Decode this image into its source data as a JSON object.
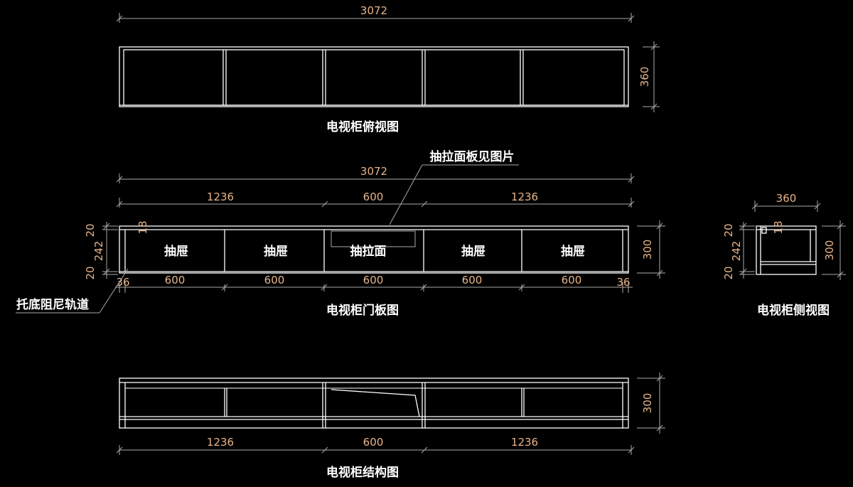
{
  "colors": {
    "background": "#000000",
    "outline": "#ffffff",
    "dimension_line": "#aaaaaa",
    "dimension_text": "#e6b48a",
    "label_text": "#ffffff"
  },
  "top_view": {
    "title": "电视柜俯视图",
    "width_dim": "3072",
    "depth_dim": "360"
  },
  "door_view": {
    "title": "电视柜门板图",
    "overall_dim": "3072",
    "segment_dims": [
      "1236",
      "600",
      "1236"
    ],
    "panel_dims": [
      "600",
      "600",
      "600",
      "600",
      "600"
    ],
    "edge_dims": [
      "36",
      "36"
    ],
    "left_dims": [
      "20",
      "242",
      "20"
    ],
    "panel_thickness": "18",
    "height_dim": "300",
    "panel_labels": [
      "抽屉",
      "抽屉",
      "抽拉面",
      "抽屉",
      "抽屉"
    ],
    "callout_drawer": "抽拉面板见图片",
    "callout_rail": "托底阻尼轨道"
  },
  "side_view": {
    "title": "电视柜侧视图",
    "depth_dim": "360",
    "height_dim": "300",
    "left_dims": [
      "20",
      "242",
      "20"
    ],
    "panel_thickness": "18"
  },
  "structure_view": {
    "title": "电视柜结构图",
    "segment_dims": [
      "1236",
      "600",
      "1236"
    ],
    "height_dim": "300"
  }
}
